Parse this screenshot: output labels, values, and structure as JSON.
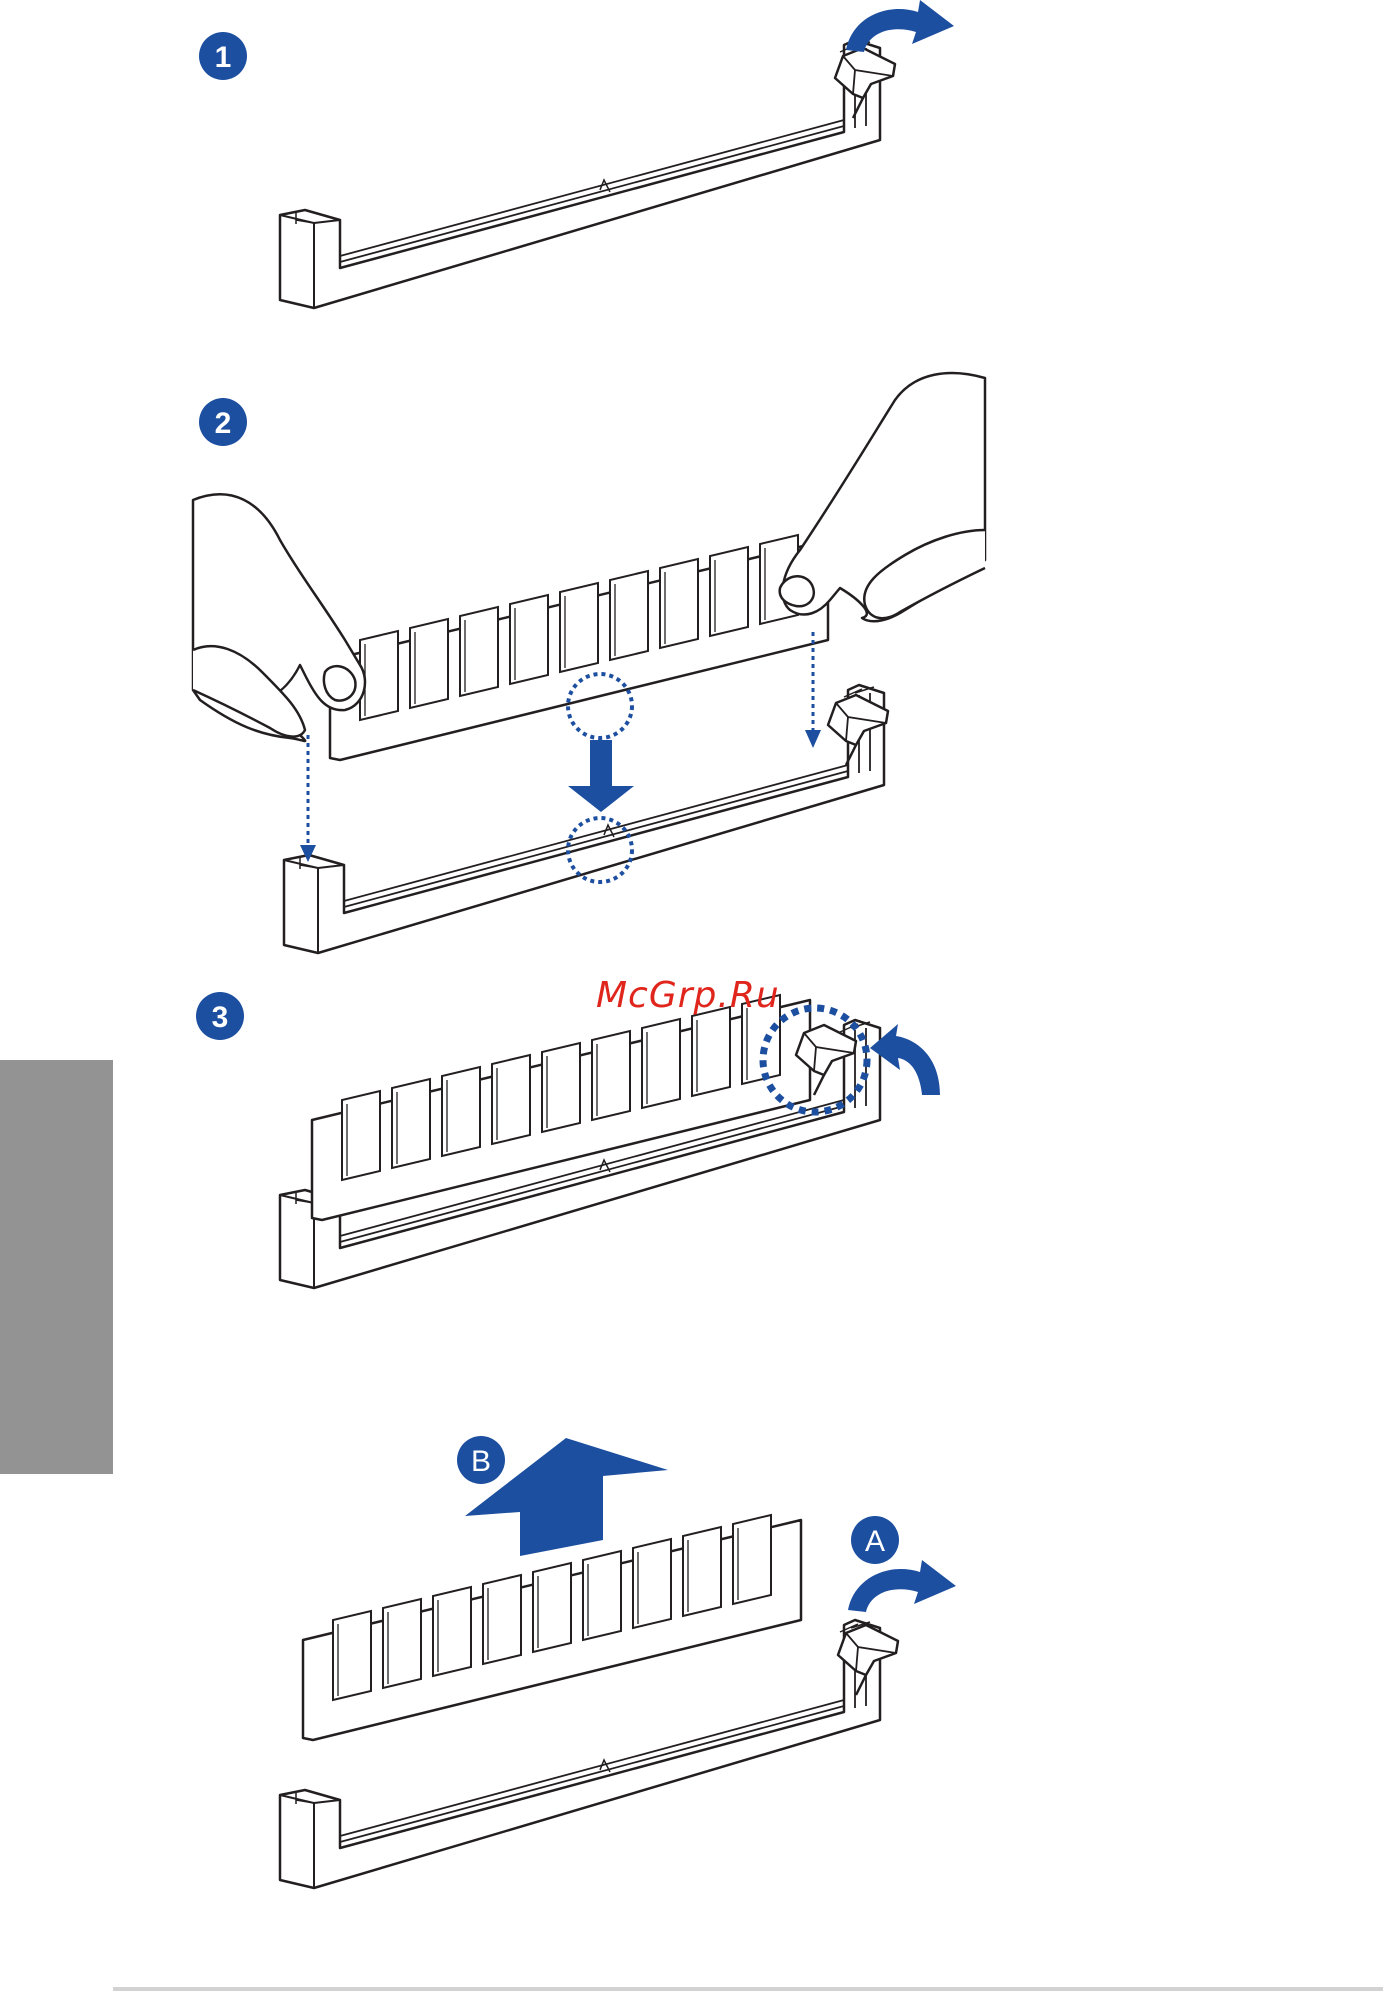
{
  "steps": [
    "1",
    "2",
    "3"
  ],
  "removal_labels": {
    "a": "A",
    "b": "B"
  },
  "watermark": "McGrp.Ru",
  "colors": {
    "accent": "#1d4fa0",
    "outline": "#231f20",
    "side_tab": "#939393",
    "watermark": "#e0261c"
  }
}
